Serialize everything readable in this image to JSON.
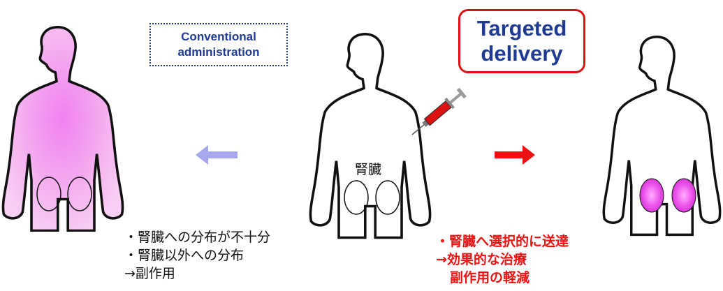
{
  "conventional": {
    "line1": "Conventional",
    "line2": "administration"
  },
  "targeted": {
    "line1": "Targeted",
    "line2": "delivery"
  },
  "kidney_label": "腎臓",
  "left_notes": [
    "・腎臓への分布が不十分",
    "・腎臓以外への分布",
    "→副作用"
  ],
  "right_notes": [
    "・腎臓へ選択的に送達",
    "→効果的な治療",
    "副作用の軽減"
  ],
  "colors": {
    "conventional_text": "#1f3a93",
    "targeted_border": "#dd1111",
    "left_arrow": "#a7a7ee",
    "right_arrow": "#ee1111",
    "body_pink": "#f5b8f0",
    "kidney_magenta": "#e655e6"
  },
  "icons": [
    "syringe-icon",
    "left-arrow-icon",
    "right-arrow-icon"
  ]
}
